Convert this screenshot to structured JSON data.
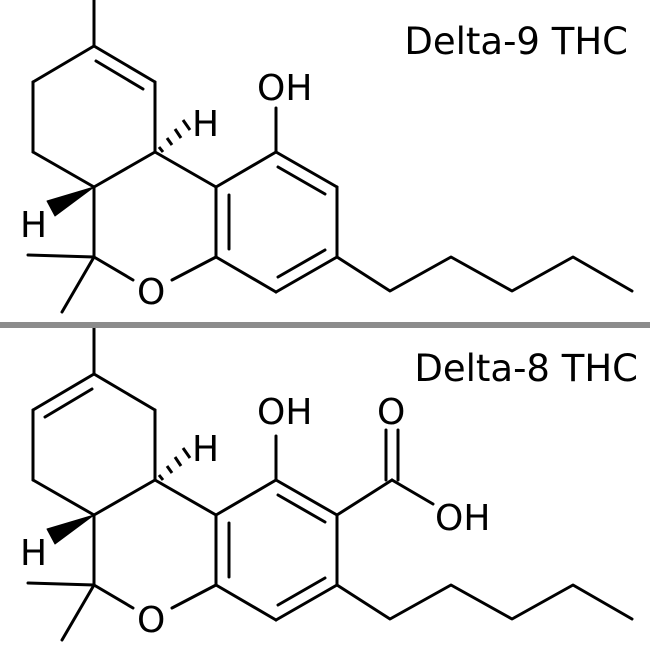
{
  "structures": [
    {
      "name": "Delta-9 THC",
      "atoms": {
        "oh": "OH",
        "h_top": "H",
        "h_left": "H",
        "o_ring": "O"
      }
    },
    {
      "name": "Delta-8 THC",
      "atoms": {
        "oh": "OH",
        "h_top": "H",
        "h_left": "H",
        "o_ring": "O",
        "o_acid": "O",
        "oh_acid": "OH"
      }
    }
  ]
}
